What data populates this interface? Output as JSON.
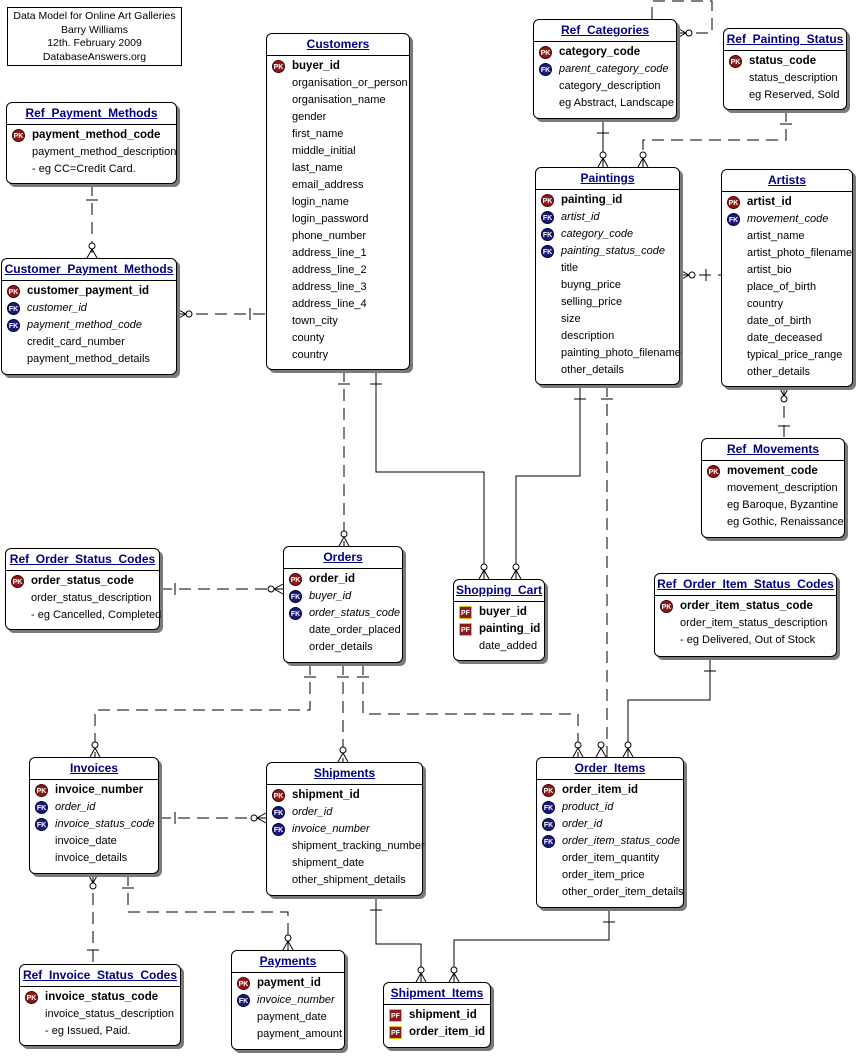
{
  "note": {
    "lines": [
      "Data Model for Online Art Galleries",
      "Barry Williams",
      "12th. February 2009",
      "DatabaseAnswers.org"
    ]
  },
  "entities": {
    "customers": {
      "title": "Customers",
      "fields": [
        {
          "name": "buyer_id",
          "key": "PK"
        },
        {
          "name": "organisation_or_person",
          "key": ""
        },
        {
          "name": "organisation_name",
          "key": ""
        },
        {
          "name": "gender",
          "key": ""
        },
        {
          "name": "first_name",
          "key": ""
        },
        {
          "name": "middle_initial",
          "key": ""
        },
        {
          "name": "last_name",
          "key": ""
        },
        {
          "name": "email_address",
          "key": ""
        },
        {
          "name": "login_name",
          "key": ""
        },
        {
          "name": "login_password",
          "key": ""
        },
        {
          "name": "phone_number",
          "key": ""
        },
        {
          "name": "address_line_1",
          "key": ""
        },
        {
          "name": "address_line_2",
          "key": ""
        },
        {
          "name": "address_line_3",
          "key": ""
        },
        {
          "name": "address_line_4",
          "key": ""
        },
        {
          "name": "town_city",
          "key": ""
        },
        {
          "name": "county",
          "key": ""
        },
        {
          "name": "country",
          "key": ""
        }
      ]
    },
    "ref_payment_methods": {
      "title": "Ref_Payment_Methods",
      "fields": [
        {
          "name": "payment_method_code",
          "key": "PK"
        },
        {
          "name": "payment_method_description",
          "key": ""
        },
        {
          "name": "- eg CC=Credit Card.",
          "key": ""
        }
      ]
    },
    "customer_payment_methods": {
      "title": "Customer_Payment_Methods",
      "fields": [
        {
          "name": "customer_payment_id",
          "key": "PK"
        },
        {
          "name": "customer_id",
          "key": "FK"
        },
        {
          "name": "payment_method_code",
          "key": "FK"
        },
        {
          "name": "credit_card_number",
          "key": ""
        },
        {
          "name": "payment_method_details",
          "key": ""
        }
      ]
    },
    "ref_categories": {
      "title": "Ref_Categories",
      "fields": [
        {
          "name": "category_code",
          "key": "PK"
        },
        {
          "name": "parent_category_code",
          "key": "FK"
        },
        {
          "name": "category_description",
          "key": ""
        },
        {
          "name": "eg Abstract, Landscape",
          "key": ""
        }
      ]
    },
    "ref_painting_status": {
      "title": "Ref_Painting_Status",
      "fields": [
        {
          "name": "status_code",
          "key": "PK"
        },
        {
          "name": "status_description",
          "key": ""
        },
        {
          "name": "eg Reserved, Sold",
          "key": ""
        }
      ]
    },
    "paintings": {
      "title": "Paintings",
      "fields": [
        {
          "name": "painting_id",
          "key": "PK"
        },
        {
          "name": "artist_id",
          "key": "FK"
        },
        {
          "name": "category_code",
          "key": "FK"
        },
        {
          "name": "painting_status_code",
          "key": "FK"
        },
        {
          "name": "title",
          "key": ""
        },
        {
          "name": "buyng_price",
          "key": ""
        },
        {
          "name": "selling_price",
          "key": ""
        },
        {
          "name": "size",
          "key": ""
        },
        {
          "name": "description",
          "key": ""
        },
        {
          "name": "painting_photo_filename",
          "key": ""
        },
        {
          "name": "other_details",
          "key": ""
        }
      ]
    },
    "artists": {
      "title": "Artists",
      "fields": [
        {
          "name": "artist_id",
          "key": "PK"
        },
        {
          "name": "movement_code",
          "key": "FK"
        },
        {
          "name": "artist_name",
          "key": ""
        },
        {
          "name": "artist_photo_filename",
          "key": ""
        },
        {
          "name": "artist_bio",
          "key": ""
        },
        {
          "name": "place_of_birth",
          "key": ""
        },
        {
          "name": "country",
          "key": ""
        },
        {
          "name": "date_of_birth",
          "key": ""
        },
        {
          "name": "date_deceased",
          "key": ""
        },
        {
          "name": "typical_price_range",
          "key": ""
        },
        {
          "name": "other_details",
          "key": ""
        }
      ]
    },
    "ref_movements": {
      "title": "Ref_Movements",
      "fields": [
        {
          "name": "movement_code",
          "key": "PK"
        },
        {
          "name": "movement_description",
          "key": ""
        },
        {
          "name": "eg Baroque, Byzantine",
          "key": ""
        },
        {
          "name": "eg Gothic, Renaissance",
          "key": ""
        }
      ]
    },
    "ref_order_status_codes": {
      "title": "Ref_Order_Status_Codes",
      "fields": [
        {
          "name": "order_status_code",
          "key": "PK"
        },
        {
          "name": "order_status_description",
          "key": ""
        },
        {
          "name": "- eg Cancelled, Completed",
          "key": ""
        }
      ]
    },
    "orders": {
      "title": "Orders",
      "fields": [
        {
          "name": "order_id",
          "key": "PK"
        },
        {
          "name": "buyer_id",
          "key": "FK"
        },
        {
          "name": "order_status_code",
          "key": "FK"
        },
        {
          "name": "date_order_placed",
          "key": ""
        },
        {
          "name": "order_details",
          "key": ""
        }
      ]
    },
    "shopping_cart": {
      "title": "Shopping_Cart",
      "fields": [
        {
          "name": "buyer_id",
          "key": "PF"
        },
        {
          "name": "painting_id",
          "key": "PF"
        },
        {
          "name": "date_added",
          "key": ""
        }
      ]
    },
    "ref_order_item_status_codes": {
      "title": "Ref_Order_Item_Status_Codes",
      "fields": [
        {
          "name": "order_item_status_code",
          "key": "PK"
        },
        {
          "name": "order_item_status_description",
          "key": ""
        },
        {
          "name": "- eg Delivered, Out of Stock",
          "key": ""
        }
      ]
    },
    "invoices": {
      "title": "Invoices",
      "fields": [
        {
          "name": "invoice_number",
          "key": "PK"
        },
        {
          "name": "order_id",
          "key": "FK"
        },
        {
          "name": "invoice_status_code",
          "key": "FK"
        },
        {
          "name": "invoice_date",
          "key": ""
        },
        {
          "name": "invoice_details",
          "key": ""
        }
      ]
    },
    "shipments": {
      "title": "Shipments",
      "fields": [
        {
          "name": "shipment_id",
          "key": "PK"
        },
        {
          "name": "order_id",
          "key": "FK"
        },
        {
          "name": "invoice_number",
          "key": "FK"
        },
        {
          "name": "shipment_tracking_number",
          "key": ""
        },
        {
          "name": "shipment_date",
          "key": ""
        },
        {
          "name": "other_shipment_details",
          "key": ""
        }
      ]
    },
    "order_items": {
      "title": "Order_Items",
      "fields": [
        {
          "name": "order_item_id",
          "key": "PK"
        },
        {
          "name": "product_id",
          "key": "FK"
        },
        {
          "name": "order_id",
          "key": "FK"
        },
        {
          "name": "order_item_status_code",
          "key": "FK"
        },
        {
          "name": "order_item_quantity",
          "key": ""
        },
        {
          "name": "order_item_price",
          "key": ""
        },
        {
          "name": "other_order_item_details",
          "key": ""
        }
      ]
    },
    "ref_invoice_status_codes": {
      "title": "Ref_Invoice_Status_Codes",
      "fields": [
        {
          "name": "invoice_status_code",
          "key": "PK"
        },
        {
          "name": "invoice_status_description",
          "key": ""
        },
        {
          "name": "- eg Issued, Paid.",
          "key": ""
        }
      ]
    },
    "payments": {
      "title": "Payments",
      "fields": [
        {
          "name": "payment_id",
          "key": "PK"
        },
        {
          "name": "invoice_number",
          "key": "FK"
        },
        {
          "name": "payment_date",
          "key": ""
        },
        {
          "name": "payment_amount",
          "key": ""
        }
      ]
    },
    "shipment_items": {
      "title": "Shipment_Items",
      "fields": [
        {
          "name": "shipment_id",
          "key": "PF"
        },
        {
          "name": "order_item_id",
          "key": "PF"
        }
      ]
    }
  }
}
